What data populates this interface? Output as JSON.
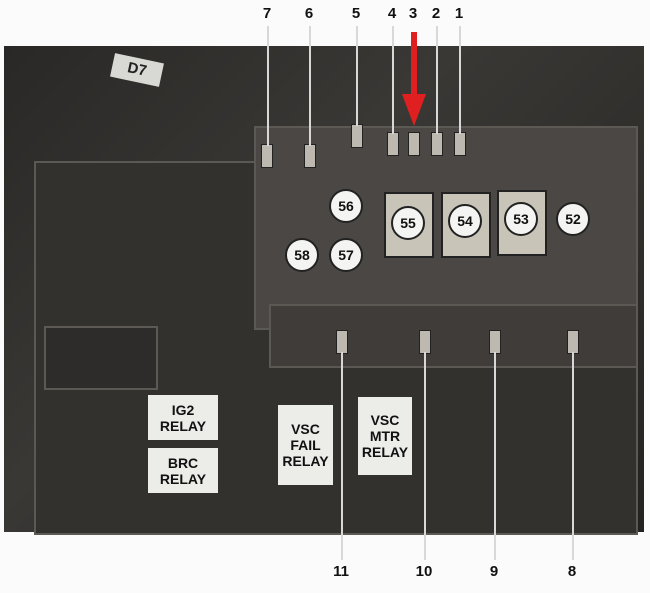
{
  "top_labels": [
    "7",
    "6",
    "5",
    "4",
    "3",
    "2",
    "1"
  ],
  "bottom_labels": [
    "11",
    "10",
    "9",
    "8"
  ],
  "relays_numbered": [
    "56",
    "58",
    "57",
    "55",
    "54",
    "53",
    "52"
  ],
  "relay_labels": {
    "ig2": "IG2 RELAY",
    "brc": "BRC RELAY",
    "vsc_fail": "VSC FAIL RELAY",
    "vsc_mtr": "VSC MTR RELAY"
  },
  "sticker": "D7",
  "arrow_target": "3",
  "colors": {
    "arrow": "#e02020"
  }
}
